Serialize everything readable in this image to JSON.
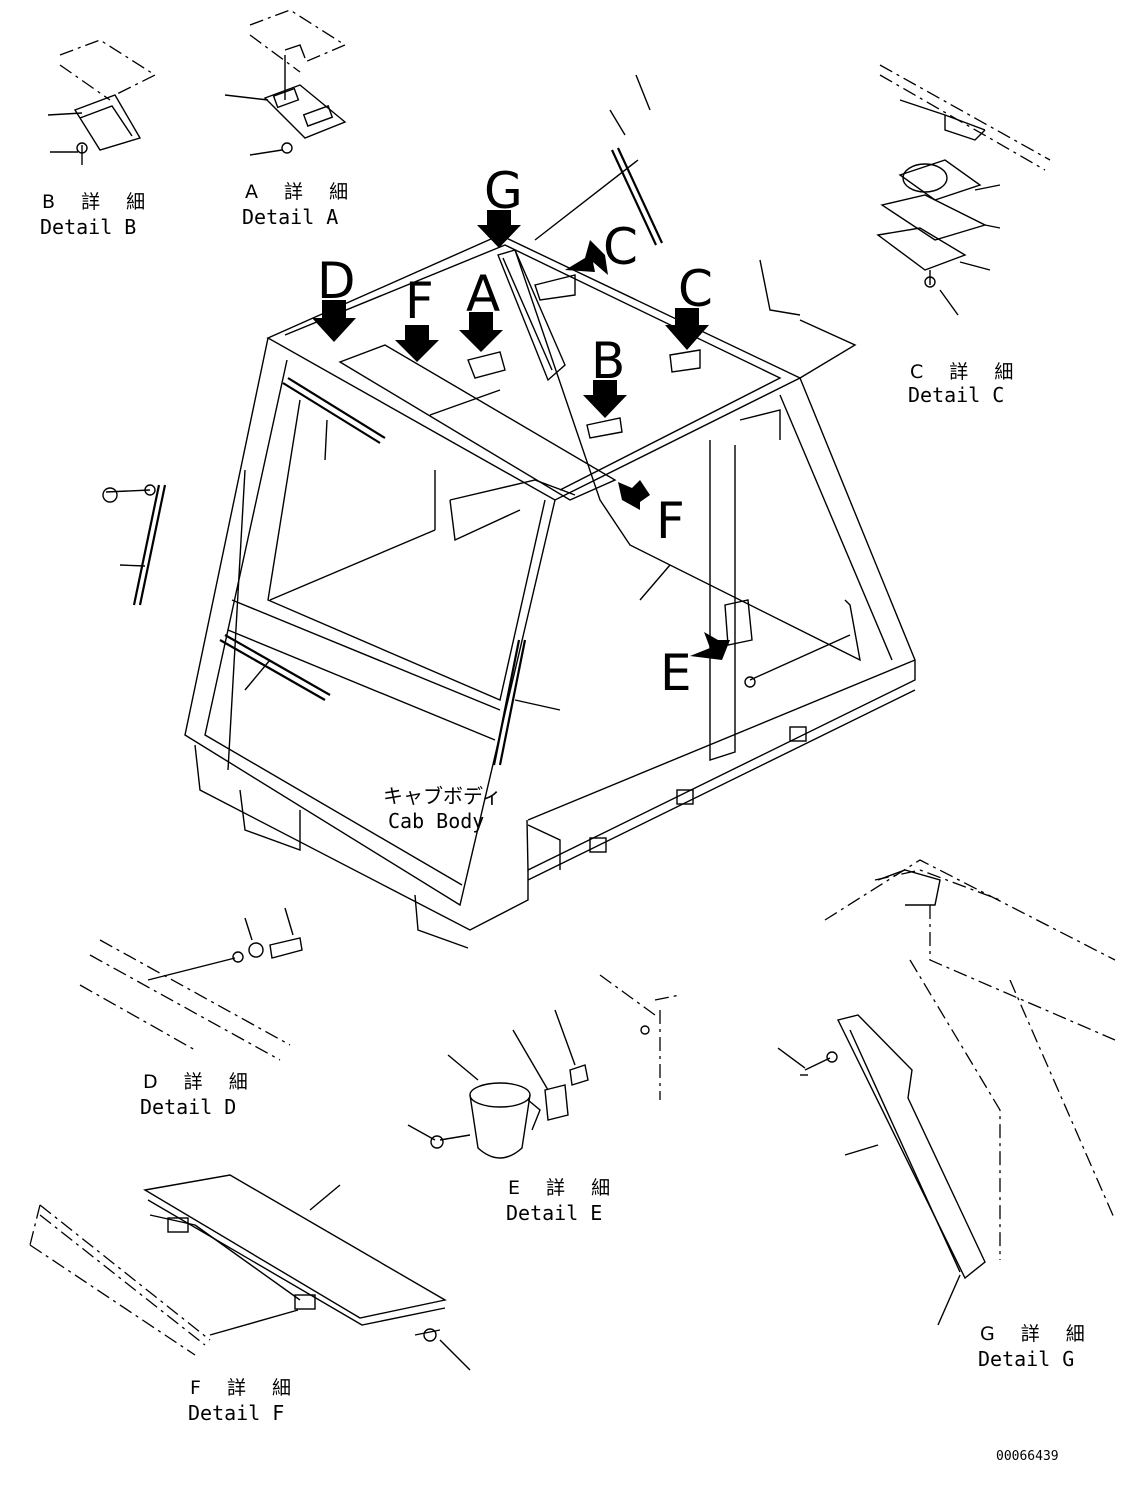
{
  "drawing_number": "00066439",
  "callout_letters": {
    "g": "G",
    "c_upper": "C",
    "c_lower": "C",
    "d": "D",
    "f_upper": "F",
    "a": "A",
    "b": "B",
    "f_side": "F",
    "e": "E"
  },
  "main_label": {
    "jp": "キャブボディ",
    "en": "Cab Body"
  },
  "details": {
    "a": {
      "jp": "A 詳 細",
      "en": "Detail A"
    },
    "b": {
      "jp": "B 詳 細",
      "en": "Detail B"
    },
    "c": {
      "jp": "C 詳 細",
      "en": "Detail C"
    },
    "d": {
      "jp": "D 詳 細",
      "en": "Detail D"
    },
    "e": {
      "jp": "E 詳 細",
      "en": "Detail E"
    },
    "f": {
      "jp": "F 詳 細",
      "en": "Detail F"
    },
    "g": {
      "jp": "G 詳 細",
      "en": "Detail G"
    }
  }
}
